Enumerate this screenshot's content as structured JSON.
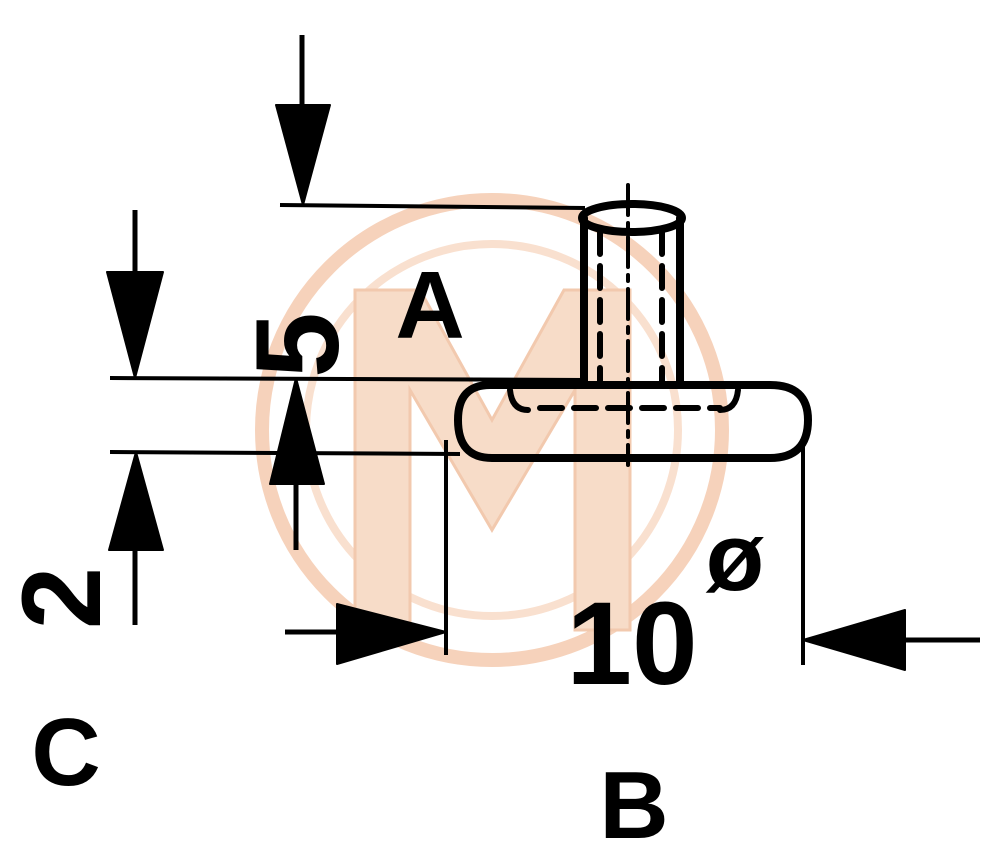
{
  "labels": {
    "part_a": "A",
    "part_b": "B",
    "part_c": "C"
  },
  "dimensions": {
    "height_total": "5",
    "height_flange": "2",
    "diameter_value": "10",
    "diameter_symbol": "ø"
  },
  "watermark": {
    "letter": "M",
    "color": "#f7dcc8",
    "ring_color": "#f6d2bb"
  },
  "colors": {
    "ink": "#000000",
    "background": "#ffffff"
  },
  "icons": {
    "arrowhead": "filled-triangle-arrowhead",
    "diameter": "diameter-symbol"
  }
}
